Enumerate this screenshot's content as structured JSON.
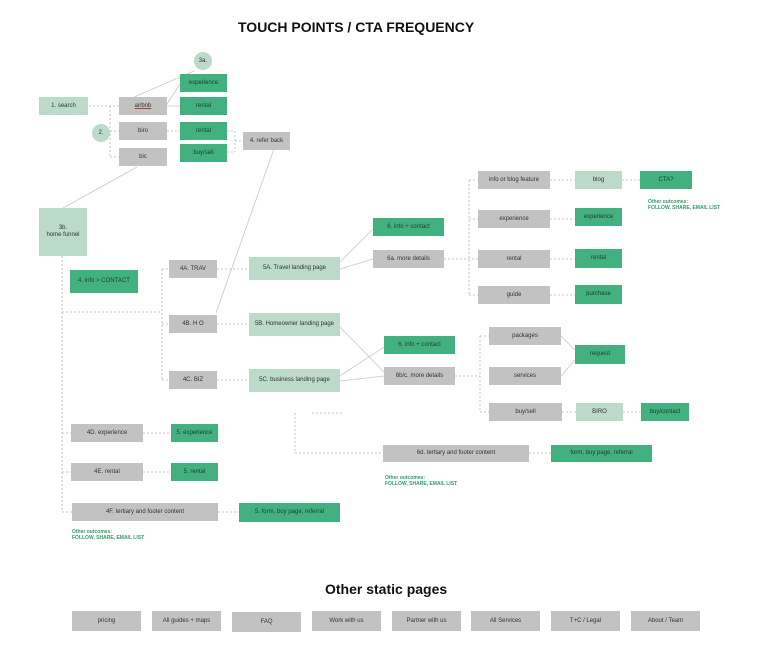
{
  "title": "TOUCH POINTS / CTA FREQUENCY",
  "static_title": "Other static pages",
  "nodes": {
    "circle_3a": "3a.",
    "circle_2": "2.",
    "search": "1. search",
    "airbnb": "airbnb",
    "experience_top": "experience",
    "rental_top": "rental",
    "biro": "biro",
    "rental_biro": "rental",
    "buysell_biro": "buy/sell",
    "bic": "bic",
    "refer_back": "4. refer back",
    "home_funnel_line1": "3b.",
    "home_funnel_line2": "home funnel",
    "info_contact_4": "4. info > CONTACT",
    "trav_4a": "4A. TRAV",
    "ho_4b": "4B. H O",
    "biz_4c": "4C. BIZ",
    "travel_landing": "5A. Travel landing page",
    "homeowner_landing": "5B. Homeowner landing page",
    "business_landing": "5C. business landing page",
    "info_contact_6": "6. info + contact",
    "more_details_6a": "6a. more details",
    "info_blog": "info or blog feature",
    "blog": "blog",
    "cta": "CTA?",
    "experience_mid": "experience",
    "experience_mid_green": "experience",
    "rental_mid": "rental",
    "rental_mid_green": "rental",
    "guide": "guide",
    "purchase": "purchase",
    "info_contact_6b": "6. info + contact",
    "more_details_6bc": "6b/c. more details",
    "packages": "packages",
    "services": "services",
    "request": "request",
    "buysell_bottom": "buy/sell",
    "biro_bottom": "BIRO",
    "buy_contact": "buy/contact",
    "experience_4d": "4D. experience",
    "experience_5": "5. experience",
    "rental_4e": "4E. rental",
    "rental_5": "5. rental",
    "tertiary_4f": "4F. tertiary and footer content",
    "form_buy_5": "5. form, buy page, referral",
    "tertiary_6d": "6d. tertiary and footer content",
    "form_buy_6": "form, buy page, referral"
  },
  "outcomes": {
    "label": "Other outcomes:",
    "items": "FOLLOW, SHARE, EMAIL LIST"
  },
  "static_pages": [
    "pricing",
    "All guides + maps",
    "FAQ",
    "Work with us",
    "Partner with us",
    "All Services",
    "T+C / Legal",
    "About / Team"
  ],
  "colors": {
    "gray": "#c2c2c2",
    "green": "#42b07f",
    "pale": "#bcdac9",
    "line": "#b5b5b5",
    "outcome_text": "#2f9a6b"
  }
}
